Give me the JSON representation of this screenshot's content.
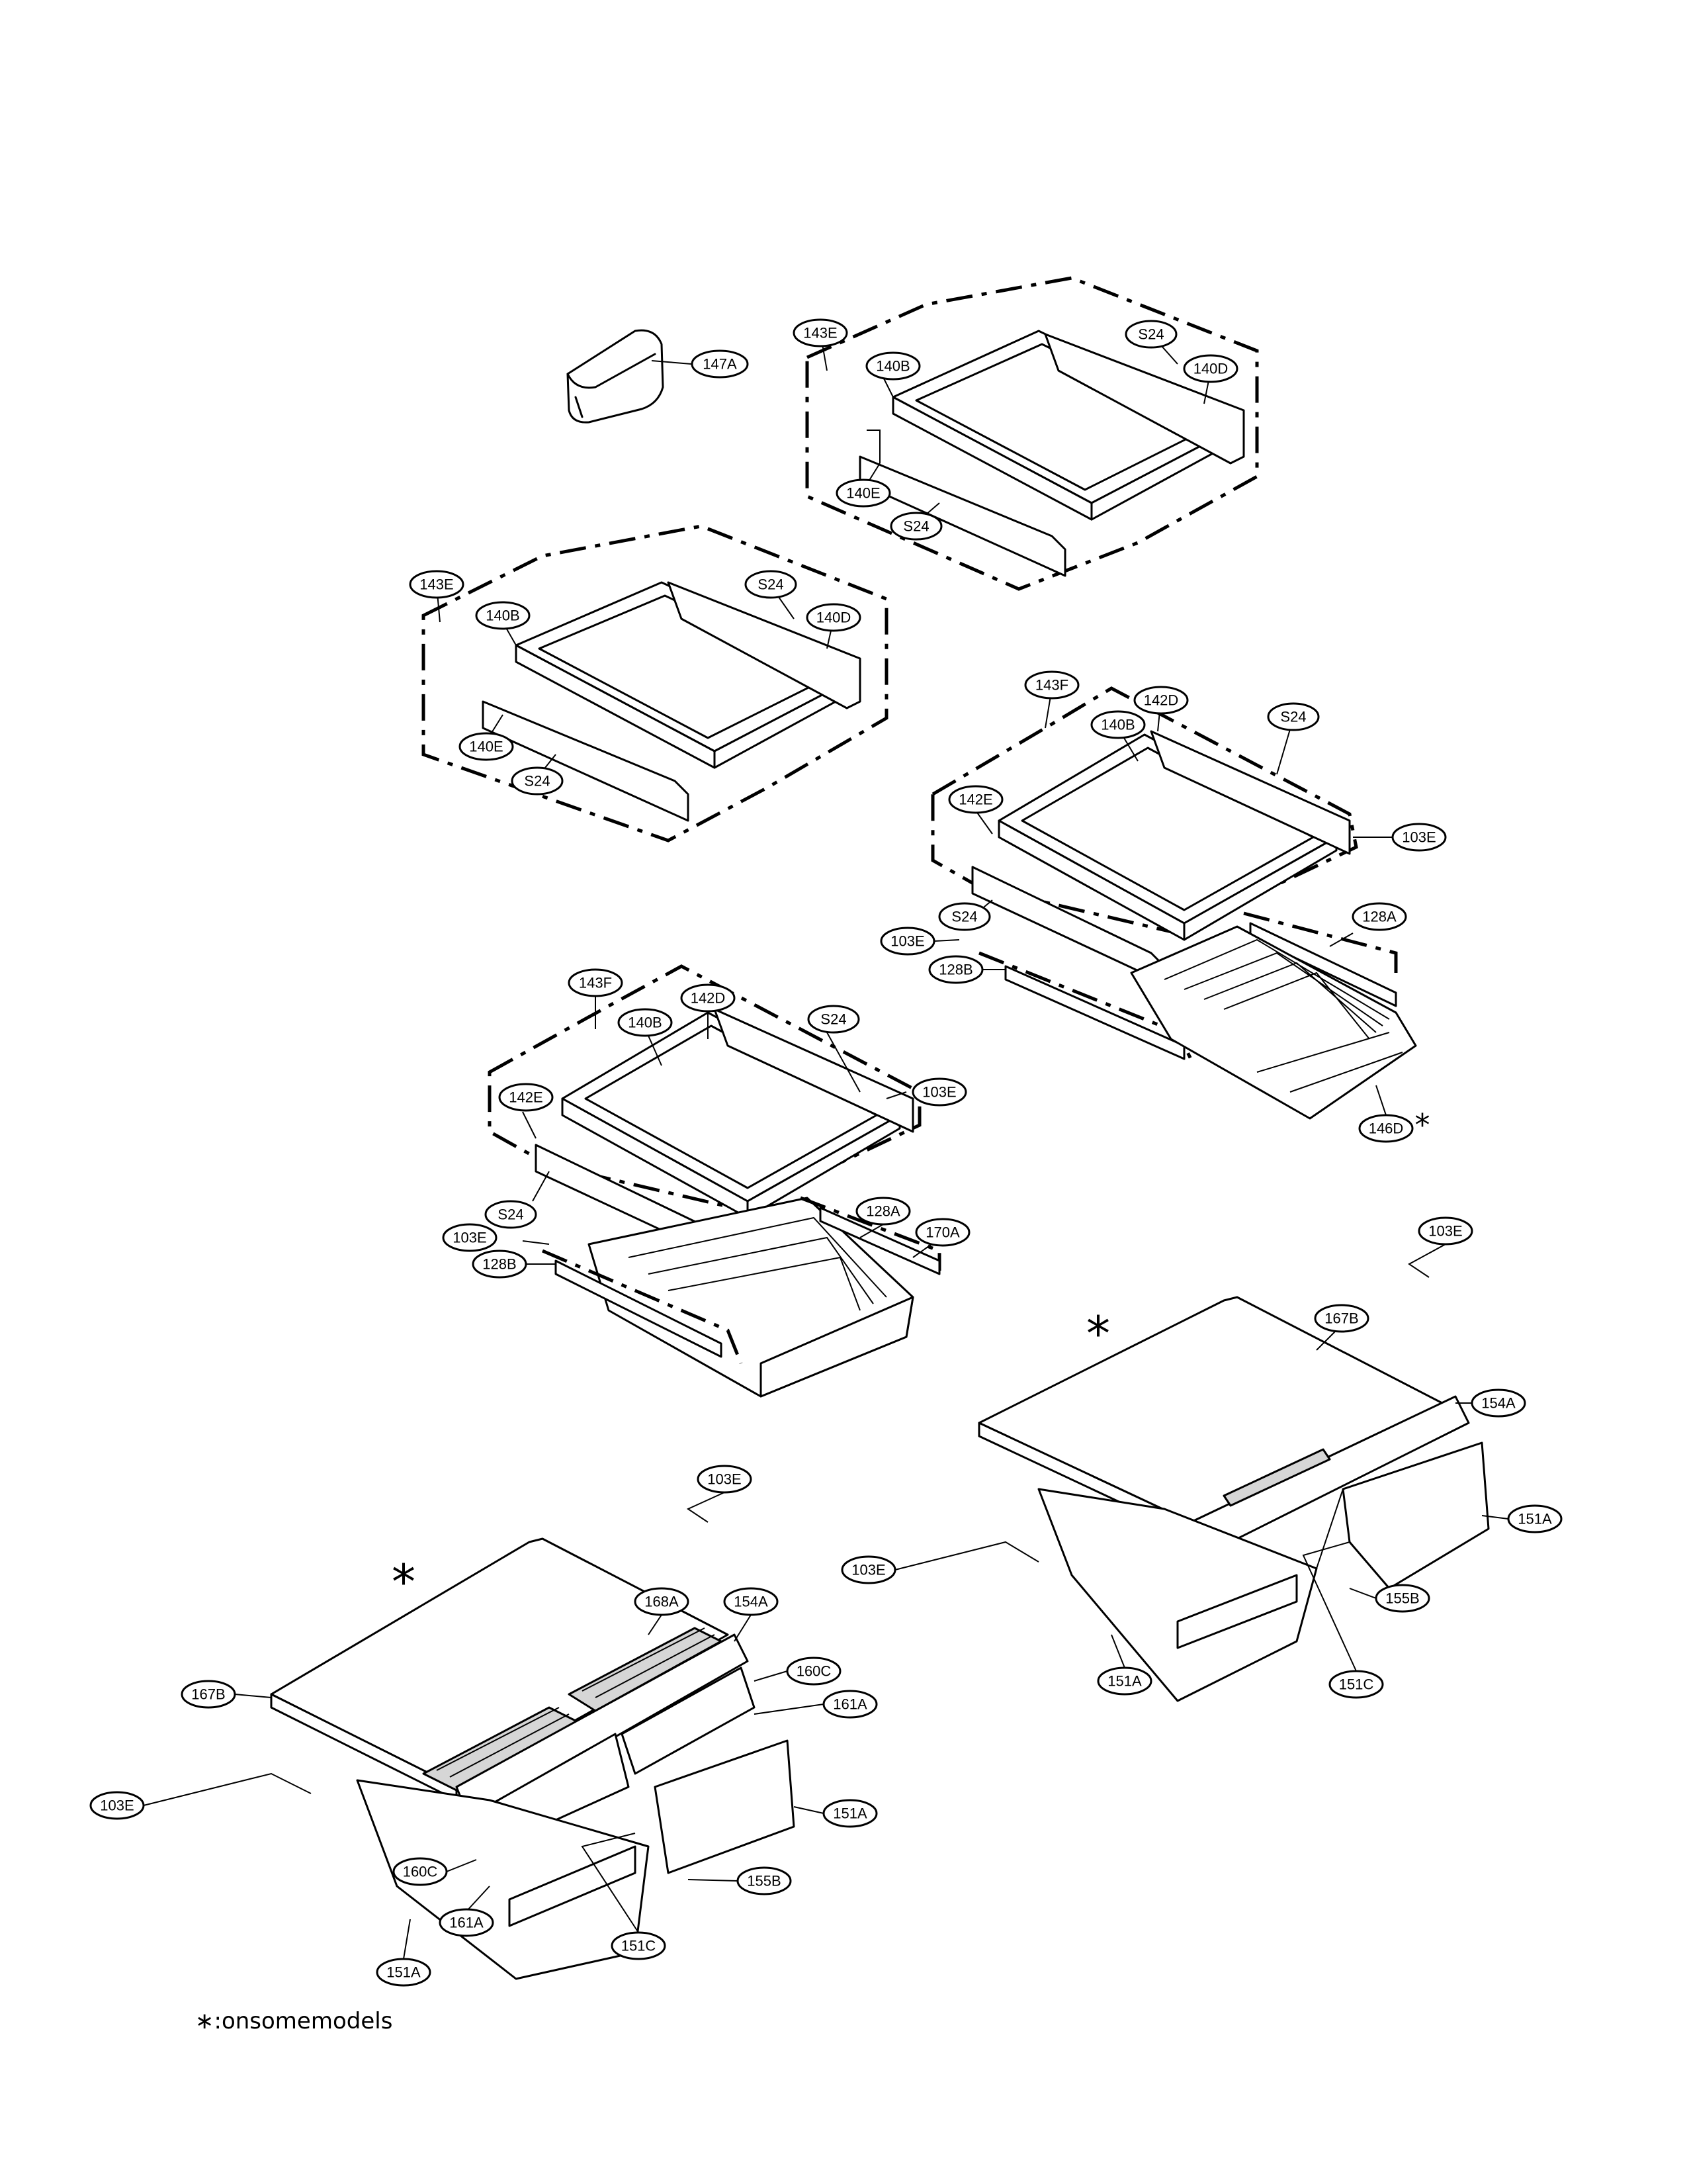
{
  "labels": {
    "l147A": "147A",
    "l143E_a": "143E",
    "l140B_a": "140B",
    "lS24_a1": "S24",
    "l140D_a": "140D",
    "l140E_a": "140E",
    "lS24_a2": "S24",
    "l143E_b": "143E",
    "l140B_b": "140B",
    "lS24_b1": "S24",
    "l140D_b": "140D",
    "l140E_b": "140E",
    "lS24_b2": "S24",
    "l143F_c": "143F",
    "l142D_c": "142D",
    "l140B_c": "140B",
    "lS24_c1": "S24",
    "l142E_c": "142E",
    "l103E_c1": "103E",
    "l128A_c": "128A",
    "lS24_c2": "S24",
    "l103E_c2": "103E",
    "l128B_c": "128B",
    "l146D_c": "146D",
    "l143F_d": "143F",
    "l142D_d": "142D",
    "l140B_d": "140B",
    "lS24_d1": "S24",
    "l103E_d1": "103E",
    "l142E_d": "142E",
    "lS24_d2": "S24",
    "l128A_d": "128A",
    "l170A_d": "170A",
    "l103E_d2": "103E",
    "l128B_d": "128B",
    "l103E_e1": "103E",
    "l167B_e": "167B",
    "l154A_e": "154A",
    "l151A_e1": "151A",
    "l103E_e2": "103E",
    "l155B_e": "155B",
    "l151A_e2": "151A",
    "l151C_e": "151C",
    "l103E_f1": "103E",
    "l168A_f": "168A",
    "l154A_f": "154A",
    "l160C_f1": "160C",
    "l167B_f": "167B",
    "l161A_f1": "161A",
    "l103E_f2": "103E",
    "l151A_f1": "151A",
    "l160C_f2": "160C",
    "l155B_f": "155B",
    "l161A_f2": "161A",
    "l151C_f": "151C",
    "l151A_f2": "151A"
  },
  "asterisks": {
    "star146D": "*",
    "starMid": "*",
    "starBottom": "*"
  },
  "footnote": "∗:onsomemodels"
}
